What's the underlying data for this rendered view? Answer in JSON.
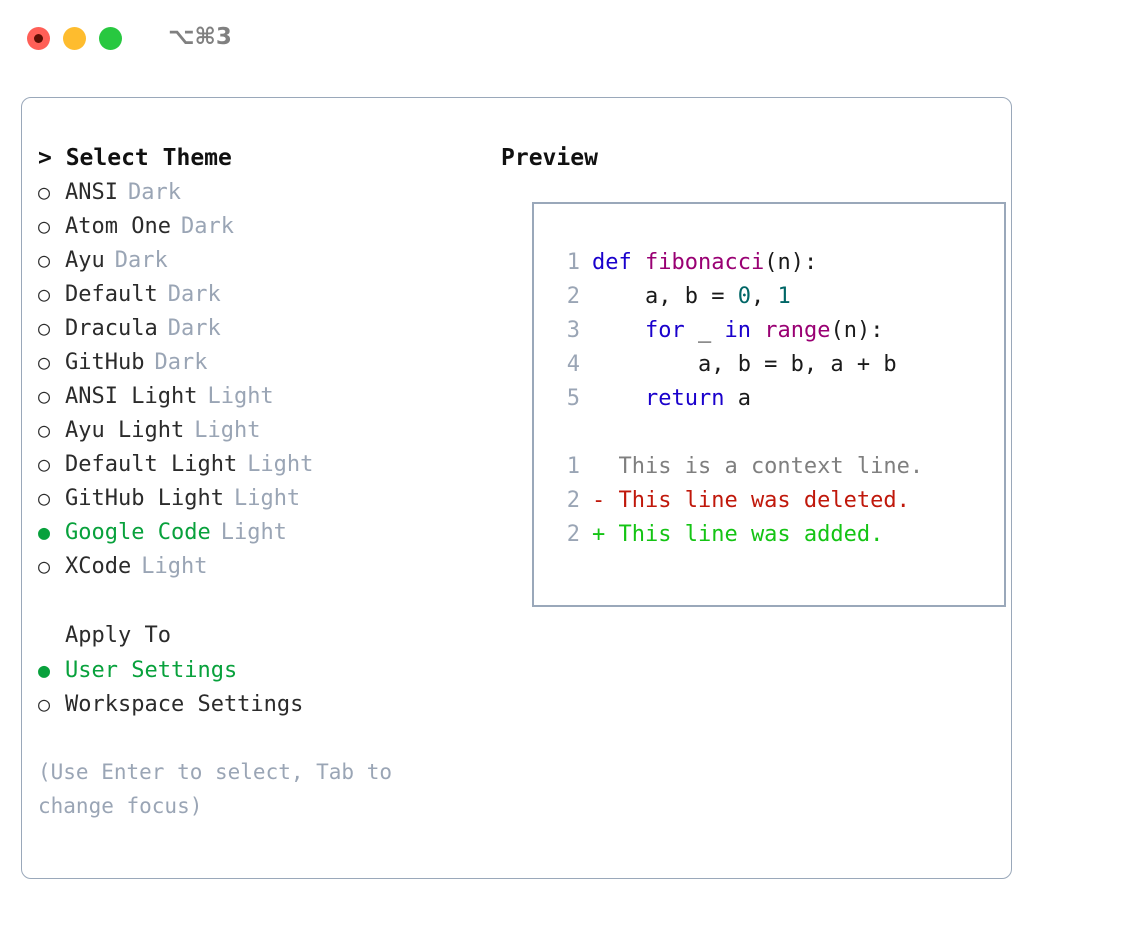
{
  "titlebar": {
    "shortcut": "⌥⌘3",
    "buttons": [
      {
        "name": "close",
        "color": "#ff5f57"
      },
      {
        "name": "minimize",
        "color": "#febc2e"
      },
      {
        "name": "maximize",
        "color": "#28c840"
      }
    ]
  },
  "left": {
    "heading": "> Select Theme",
    "themes": [
      {
        "marker": "○",
        "name": "ANSI",
        "variant": "Dark",
        "selected": false
      },
      {
        "marker": "○",
        "name": "Atom One",
        "variant": "Dark",
        "selected": false
      },
      {
        "marker": "○",
        "name": "Ayu",
        "variant": "Dark",
        "selected": false
      },
      {
        "marker": "○",
        "name": "Default",
        "variant": "Dark",
        "selected": false
      },
      {
        "marker": "○",
        "name": "Dracula",
        "variant": "Dark",
        "selected": false
      },
      {
        "marker": "○",
        "name": "GitHub",
        "variant": "Dark",
        "selected": false
      },
      {
        "marker": "○",
        "name": "ANSI Light",
        "variant": "Light",
        "selected": false
      },
      {
        "marker": "○",
        "name": "Ayu Light",
        "variant": "Light",
        "selected": false
      },
      {
        "marker": "○",
        "name": "Default Light",
        "variant": "Light",
        "selected": false
      },
      {
        "marker": "○",
        "name": "GitHub Light",
        "variant": "Light",
        "selected": false
      },
      {
        "marker": "●",
        "name": "Google Code",
        "variant": "Light",
        "selected": true
      },
      {
        "marker": "○",
        "name": "XCode",
        "variant": "Light",
        "selected": false
      }
    ],
    "apply_title": "Apply To",
    "apply_options": [
      {
        "marker": "●",
        "name": "User Settings",
        "selected": true
      },
      {
        "marker": "○",
        "name": "Workspace Settings",
        "selected": false
      }
    ],
    "hint": "(Use Enter to select, Tab to change focus)"
  },
  "right": {
    "heading": "Preview",
    "code_lines": [
      {
        "num": "1",
        "tokens": [
          {
            "t": "def ",
            "c": "kw"
          },
          {
            "t": "fibonacci",
            "c": "fn"
          },
          {
            "t": "(n):",
            "c": "pl"
          }
        ]
      },
      {
        "num": "2",
        "tokens": [
          {
            "t": "    a, b = ",
            "c": "pl"
          },
          {
            "t": "0",
            "c": "num"
          },
          {
            "t": ", ",
            "c": "pl"
          },
          {
            "t": "1",
            "c": "num"
          }
        ]
      },
      {
        "num": "3",
        "tokens": [
          {
            "t": "    ",
            "c": "pl"
          },
          {
            "t": "for",
            "c": "kw"
          },
          {
            "t": " _ ",
            "c": "pl"
          },
          {
            "t": "in",
            "c": "kw"
          },
          {
            "t": " ",
            "c": "pl"
          },
          {
            "t": "range",
            "c": "fn"
          },
          {
            "t": "(n):",
            "c": "pl"
          }
        ]
      },
      {
        "num": "4",
        "tokens": [
          {
            "t": "        a, b = b, a + b",
            "c": "pl"
          }
        ]
      },
      {
        "num": "5",
        "tokens": [
          {
            "t": "    ",
            "c": "pl"
          },
          {
            "t": "return",
            "c": "kw"
          },
          {
            "t": " a",
            "c": "pl"
          }
        ]
      }
    ],
    "diff_lines": [
      {
        "num": "1",
        "text": "  This is a context line.",
        "kind": "diff-ctx"
      },
      {
        "num": "2",
        "text": "- This line was deleted.",
        "kind": "diff-del"
      },
      {
        "num": "2",
        "text": "+ This line was added.",
        "kind": "diff-add"
      }
    ]
  },
  "colors": {
    "accent_green": "#08a13c",
    "muted": "#9aa5b5",
    "border": "#9aa8ba",
    "keyword": "#1a01cc",
    "function": "#990073",
    "number": "#006666",
    "plain": "#1a1a1a",
    "diff_context": "#7f7f7f",
    "diff_deleted": "#c0180b",
    "diff_added": "#14c414"
  }
}
